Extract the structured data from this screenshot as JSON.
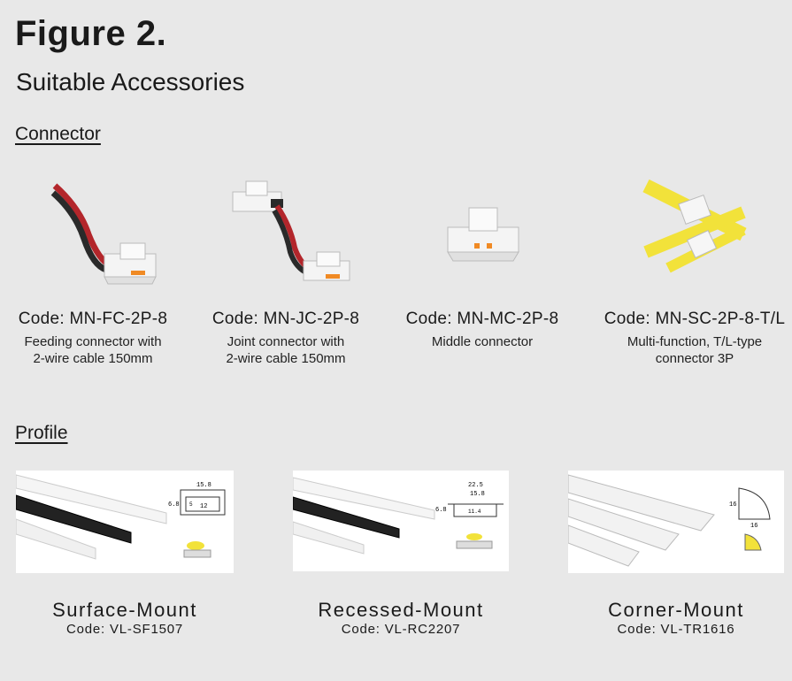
{
  "header": {
    "title": "Figure 2.",
    "subtitle": "Suitable Accessories"
  },
  "sections": {
    "connector": "Connector",
    "profile": "Profile"
  },
  "connectors": [
    {
      "code": "Code: MN-FC-2P-8",
      "desc_line1": "Feeding connector with",
      "desc_line2": "2-wire cable 150mm"
    },
    {
      "code": "Code: MN-JC-2P-8",
      "desc_line1": "Joint connector with",
      "desc_line2": "2-wire cable 150mm"
    },
    {
      "code": "Code: MN-MC-2P-8",
      "desc_line1": "Middle connector",
      "desc_line2": ""
    },
    {
      "code": "Code: MN-SC-2P-8-T/L",
      "desc_line1": "Multi-function, T/L-type",
      "desc_line2": "connector 3P"
    }
  ],
  "profiles": [
    {
      "name": "Surface-Mount",
      "code": "Code: VL-SF1507",
      "dims": {
        "w": "15.8",
        "inner": "12",
        "h": "6.8",
        "d": "5"
      }
    },
    {
      "name": "Recessed-Mount",
      "code": "Code: VL-RC2207",
      "dims": {
        "w": "22.5",
        "inner": "15.8",
        "h": "6.8",
        "d": "11.4"
      }
    },
    {
      "name": "Corner-Mount",
      "code": "Code: VL-TR1616",
      "dims": {
        "w": "16",
        "h": "16"
      }
    }
  ],
  "colors": {
    "background": "#e8e8e8",
    "wire_red": "#b3262b",
    "wire_black": "#2a2a2a",
    "strip_yellow": "#f2e23a",
    "led_orange": "#f08a24"
  }
}
